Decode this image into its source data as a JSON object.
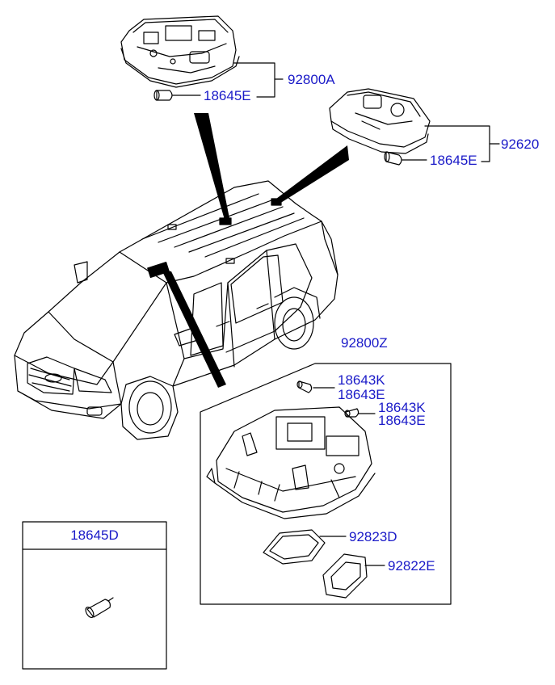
{
  "callouts": {
    "part_92800A": "92800A",
    "part_18645E_top": "18645E",
    "part_92620": "92620",
    "part_18645E_right": "18645E",
    "part_92800Z": "92800Z",
    "part_18643K_a": "18643K",
    "part_18643E_a": "18643E",
    "part_18643K_b": "18643K",
    "part_18643E_b": "18643E",
    "part_92823D": "92823D",
    "part_92822E": "92822E"
  },
  "inset_box": {
    "title": "18645D"
  },
  "colors": {
    "label": "#1a1ac8",
    "line": "#000000"
  }
}
